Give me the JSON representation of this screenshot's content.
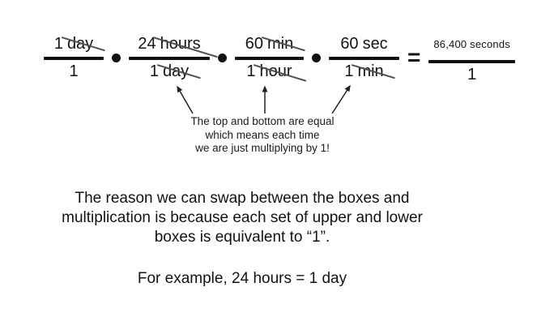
{
  "equation": {
    "fractions": [
      {
        "num_value": "1",
        "num_unit": "day",
        "num_cancelled": true,
        "den_value": "1",
        "den_unit": "",
        "den_cancelled": false
      },
      {
        "num_value": "24",
        "num_unit": "hours",
        "num_cancelled": true,
        "den_value": "1",
        "den_unit": "day",
        "den_cancelled": true
      },
      {
        "num_value": "60",
        "num_unit": "min",
        "num_cancelled": true,
        "den_value": "1",
        "den_unit": "hour",
        "den_cancelled": true
      },
      {
        "num_value": "60",
        "num_unit": "sec",
        "num_cancelled": false,
        "den_value": "1",
        "den_unit": "min",
        "den_cancelled": true
      }
    ],
    "multiply_operator": "•",
    "equals_sign": "=",
    "result": {
      "numerator": "86,400 seconds",
      "denominator": "1"
    }
  },
  "annotation": {
    "text": "The top and bottom are equal\nwhich means each time\nwe are just multiplying by 1!"
  },
  "explanation": {
    "paragraph": "The reason we can swap between the boxes and\nmultiplication is because each set of upper and lower\nboxes is equivalent to “1”.",
    "example": "For example, 24 hours = 1 day"
  },
  "colors": {
    "background": "#ffffff",
    "text": "#141414",
    "fraction_bar": "#111111",
    "cancel_slash": "#4f4f4f",
    "arrow": "#222222"
  }
}
